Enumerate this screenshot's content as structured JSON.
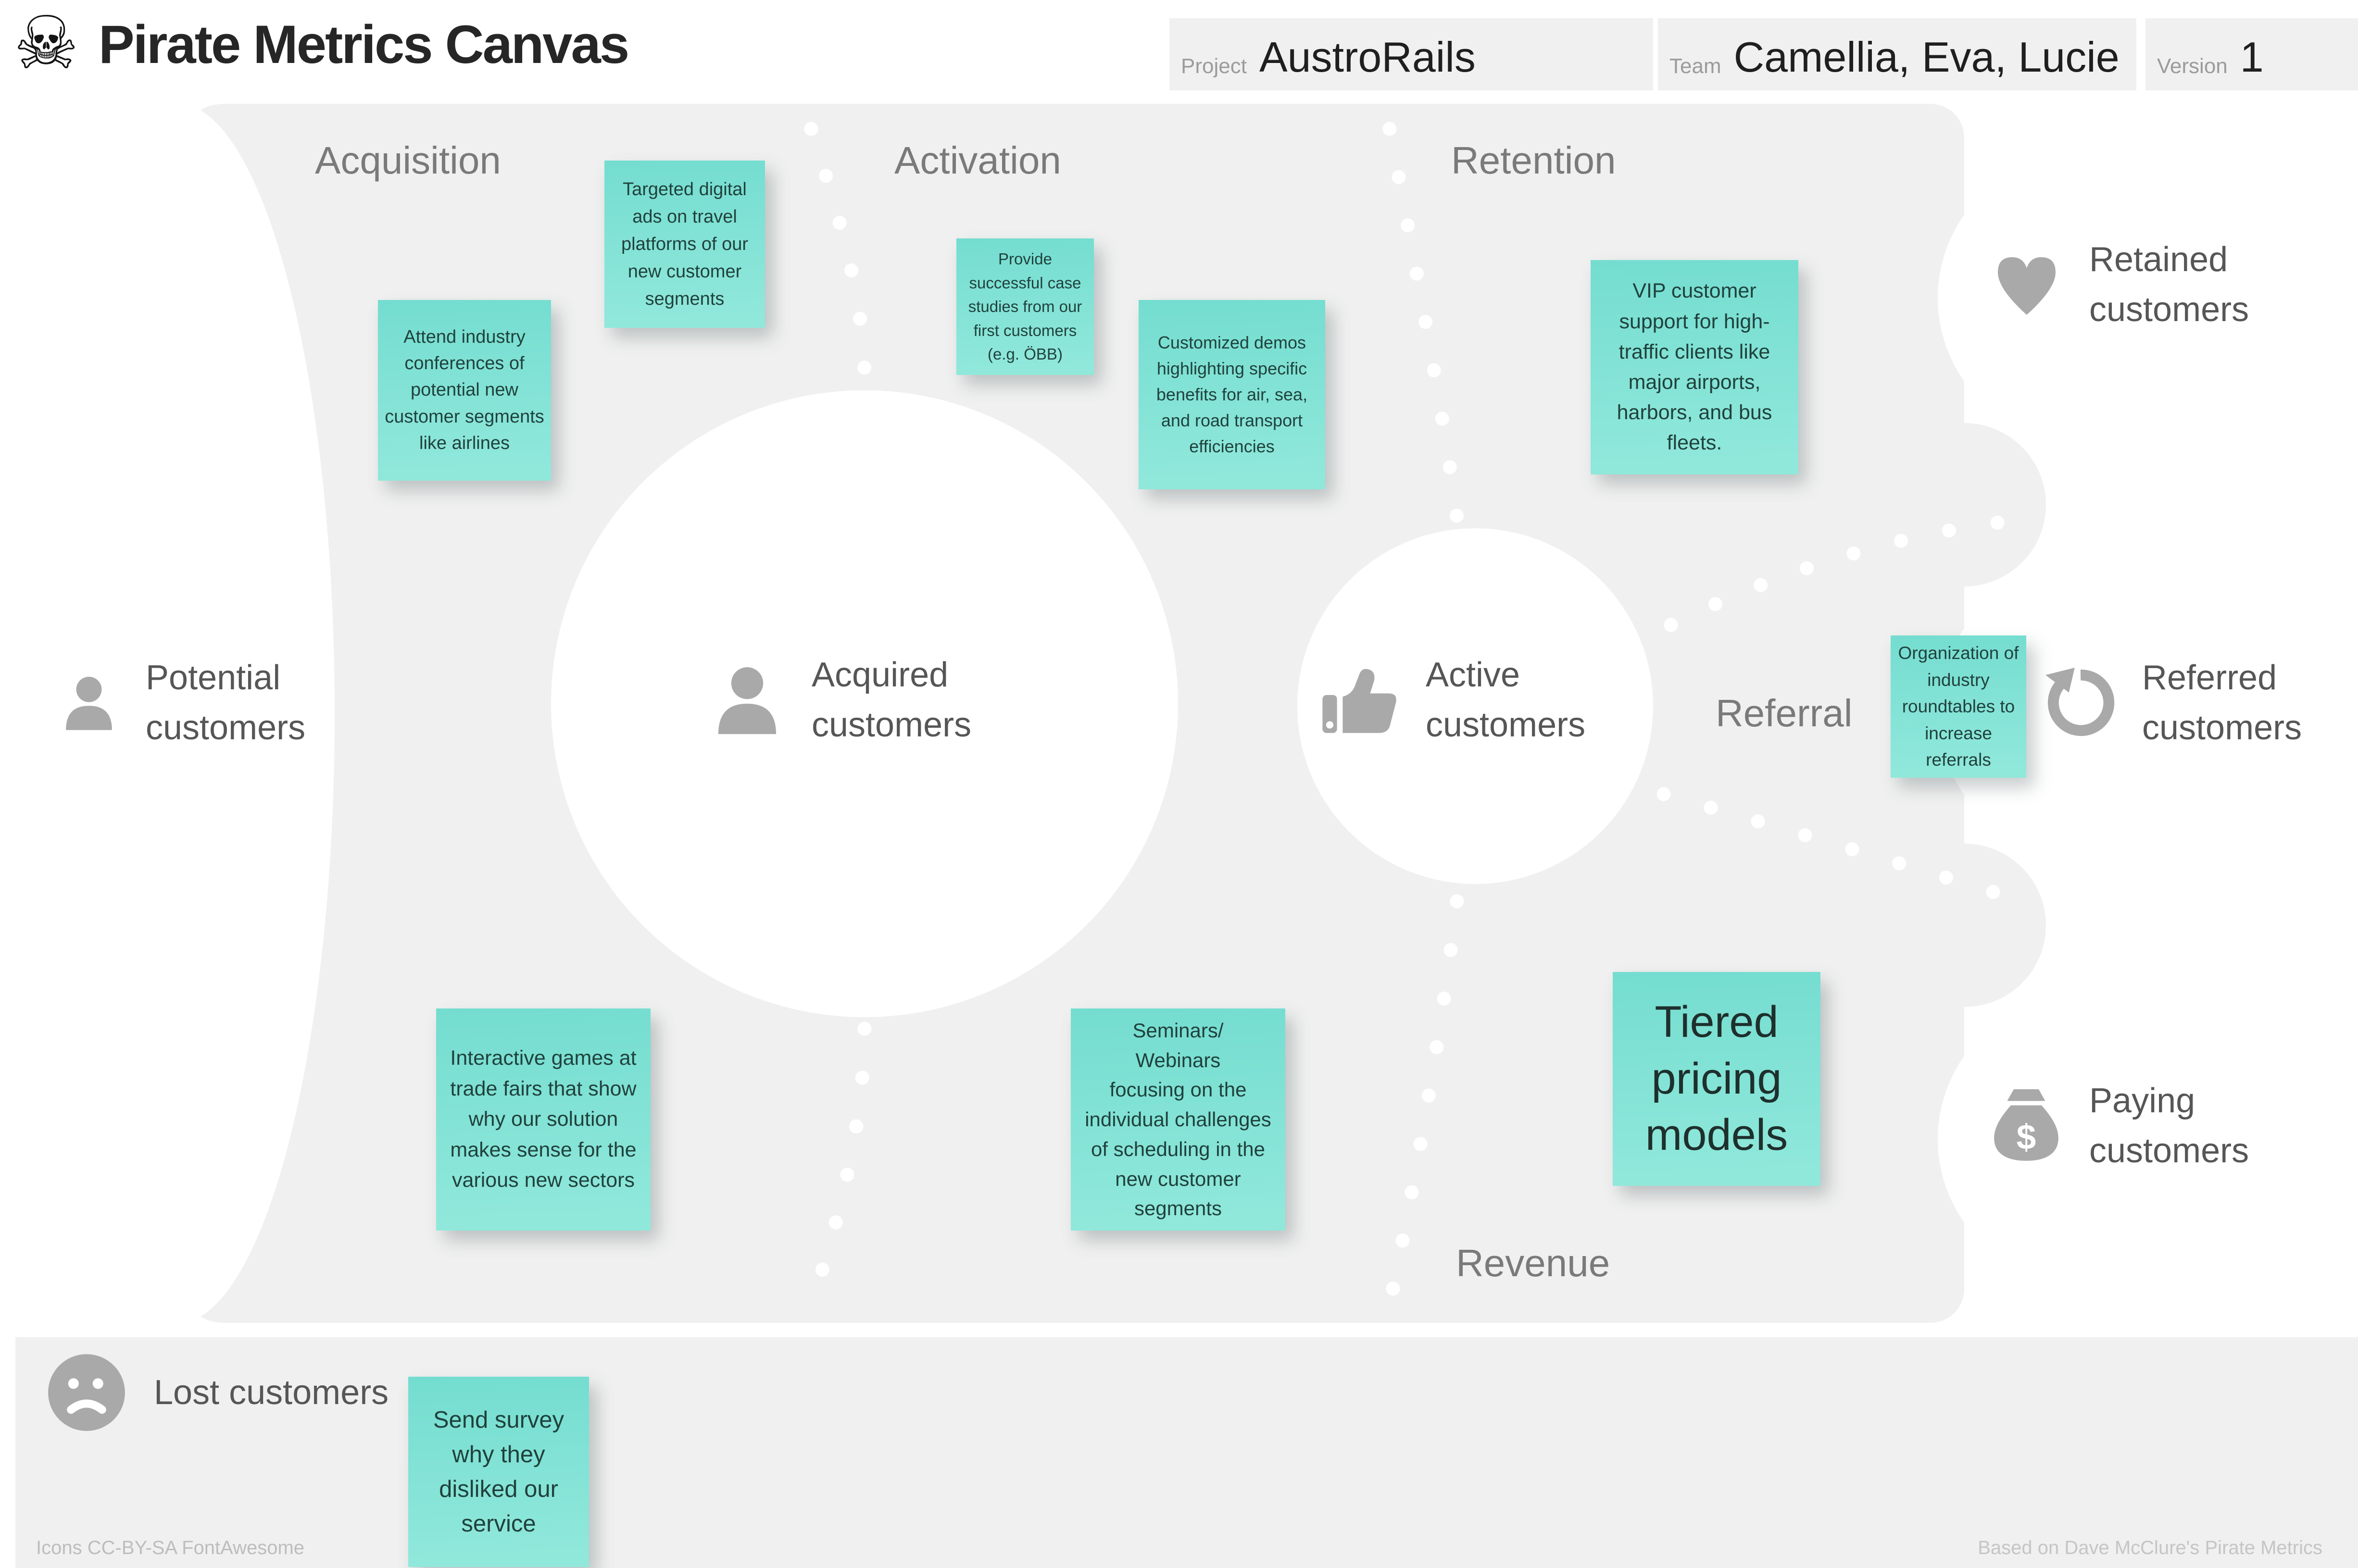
{
  "header": {
    "title": "Pirate Metrics Canvas",
    "fields": {
      "project": {
        "label": "Project",
        "value": "AustroRails"
      },
      "team": {
        "label": "Team",
        "value": "Camellia, Eva, Lucie"
      },
      "version": {
        "label": "Version",
        "value": "1"
      }
    }
  },
  "stages": {
    "acquisition": "Acquisition",
    "activation": "Activation",
    "retention": "Retention",
    "referral": "Referral",
    "revenue": "Revenue"
  },
  "personas": {
    "potential": "Potential customers",
    "acquired": "Acquired customers",
    "active": "Active customers",
    "retained": "Retained customers",
    "referred": "Referred customers",
    "paying": "Paying customers",
    "lost": "Lost customers"
  },
  "notes": {
    "acquisition_ads": "Targeted digital ads on travel platforms of our new customer segments",
    "acquisition_conferences": "Attend industry conferences of potential new customer segments like airlines",
    "acquisition_trade_fairs": "Interactive games at trade fairs that show why our solution makes sense for the various new sectors",
    "activation_case_studies": "Provide successful case studies from our first customers (e.g. ÖBB)",
    "activation_demos": "Customized demos highlighting specific benefits for air, sea, and road transport efficiencies",
    "activation_seminars": "Seminars/\nWebinars\nfocusing on the individual challenges of scheduling in the new customer segments",
    "retention_vip": "VIP customer support for high-traffic clients like major airports, harbors, and bus fleets.",
    "referral_roundtables": "Organization of industry roundtables to increase referrals",
    "revenue_pricing": "Tiered pricing models",
    "lost_survey": "Send survey why they disliked our service"
  },
  "footer": {
    "left": "Icons CC-BY-SA FontAwesome",
    "right": "Based on Dave McClure's Pirate Metrics"
  },
  "colors": {
    "note_bg": "#7fe3d6",
    "note_text": "#20413c",
    "canvas_shape": "#f0f0f0",
    "icon_gray": "#a9a9a9",
    "persona_label": "#565656",
    "stage_label": "#7a7a7a",
    "title_text": "#262626"
  }
}
